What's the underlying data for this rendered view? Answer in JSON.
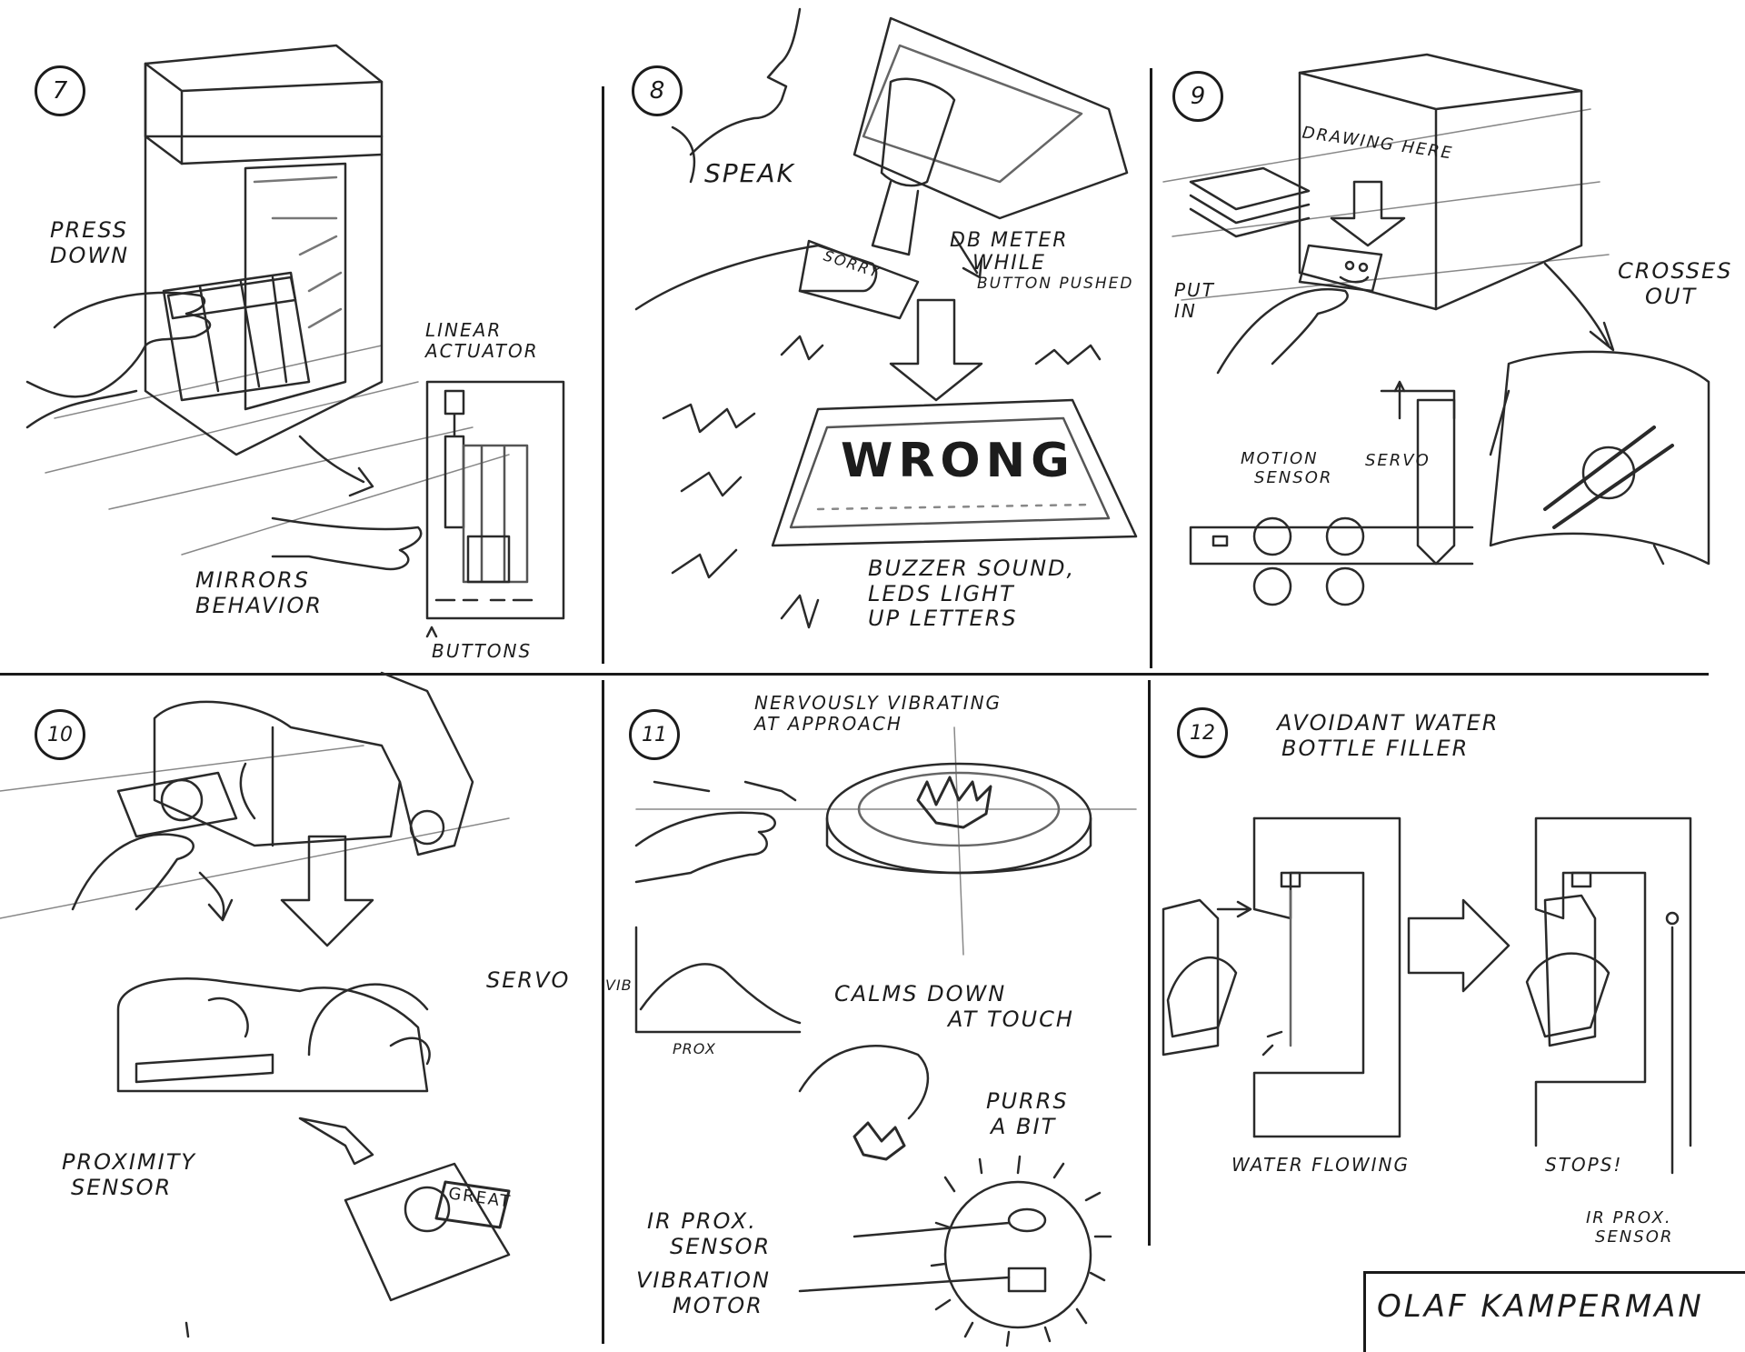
{
  "panels": {
    "p7": {
      "number": "7",
      "press_down": [
        "PRESS",
        "DOWN"
      ],
      "linear_actuator": [
        "LINEAR",
        "ACTUATOR"
      ],
      "mirrors_behavior": [
        "MIRRORS",
        "BEHAVIOR"
      ],
      "buttons": "BUTTONS"
    },
    "p8": {
      "number": "8",
      "speak": "SPEAK",
      "sorry": "SORRY",
      "db_meter": [
        "DB METER",
        "WHILE",
        "BUTTON PUSHED"
      ],
      "wrong": "WRONG",
      "buzzer": [
        "BUZZER SOUND,",
        "LEDS LIGHT",
        "UP LETTERS"
      ]
    },
    "p9": {
      "number": "9",
      "drawing_here": "DRAWING HERE",
      "put_in": [
        "PUT",
        "IN"
      ],
      "crosses_out": [
        "CROSSES",
        "OUT"
      ],
      "motion_sensor": [
        "MOTION",
        "SENSOR"
      ],
      "servo": "SERVO"
    },
    "p10": {
      "number": "10",
      "servo": "SERVO",
      "proximity_sensor": [
        "PROXIMITY",
        "SENSOR"
      ],
      "great": "GREAT"
    },
    "p11": {
      "number": "11",
      "nervously": [
        "NERVOUSLY VIBRATING",
        "AT APPROACH"
      ],
      "vib_axis": "VIB",
      "prox_axis": "PROX",
      "calms_down": [
        "CALMS DOWN",
        "AT TOUCH"
      ],
      "purrs": [
        "PURRS",
        "A BIT"
      ],
      "ir_prox_sensor": [
        "IR PROX.",
        "SENSOR"
      ],
      "vibration_motor": [
        "VIBRATION",
        "MOTOR"
      ]
    },
    "p12": {
      "number": "12",
      "title": [
        "AVOIDANT WATER",
        "BOTTLE FILLER"
      ],
      "water_flowing": "WATER FLOWING",
      "stops": "STOPS!",
      "ir_prox_sensor": [
        "IR PROX.",
        "SENSOR"
      ]
    }
  },
  "signature": "OLAF KAMPERMAN"
}
